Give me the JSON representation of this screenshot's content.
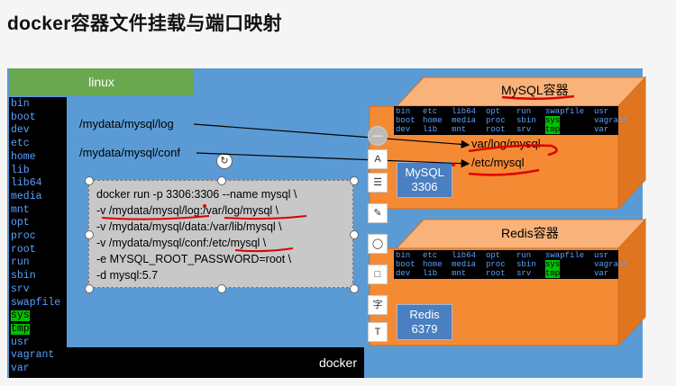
{
  "title": "docker容器文件挂载与端口映射",
  "linux_label": "linux",
  "docker_label": "docker",
  "host_dirs": [
    "bin",
    "boot",
    "dev",
    "etc",
    "home",
    "lib",
    "lib64",
    "media",
    "mnt",
    "opt",
    "proc",
    "root",
    "run",
    "sbin",
    "srv",
    "swapfile",
    "sys",
    "tmp",
    "usr",
    "vagrant",
    "var"
  ],
  "host_paths": [
    "/mydata/mysql/log",
    "/mydata/mysql/conf"
  ],
  "command_lines": [
    "docker run -p 3306:3306 --name mysql \\",
    "-v /mydata/mysql/log:/var/log/mysql \\",
    "-v /mydata/mysql/data:/var/lib/mysql \\",
    "-v /mydata/mysql/conf:/etc/mysql \\",
    "-e MYSQL_ROOT_PASSWORD=root \\",
    "-d mysql:5.7"
  ],
  "mysql": {
    "name": "MySQL容器",
    "port_name": "MySQL",
    "port": "3306",
    "paths": [
      "var/log/mysql",
      "/etc/mysql"
    ],
    "dirs_row1": [
      "bin",
      "etc",
      "lib64",
      "opt",
      "run",
      "swapfile",
      "usr"
    ],
    "dirs_row2": [
      "boot",
      "home",
      "media",
      "proc",
      "sbin",
      "sys",
      "vagrant"
    ],
    "dirs_row3": [
      "dev",
      "lib",
      "mnt",
      "root",
      "srv",
      "tmp",
      "var"
    ]
  },
  "redis": {
    "name": "Redis容器",
    "port_name": "Redis",
    "port": "6379",
    "dirs_row1": [
      "bin",
      "etc",
      "lib64",
      "opt",
      "run",
      "swapfile",
      "usr"
    ],
    "dirs_row2": [
      "boot",
      "home",
      "media",
      "proc",
      "sbin",
      "sys",
      "vagrant"
    ],
    "dirs_row3": [
      "dev",
      "lib",
      "mnt",
      "root",
      "srv",
      "tmp",
      "var"
    ]
  },
  "colors": {
    "orange": "#f58a35",
    "blue": "#5b9bd5",
    "green": "#6aa84f",
    "annotation_red": "#e00000"
  }
}
